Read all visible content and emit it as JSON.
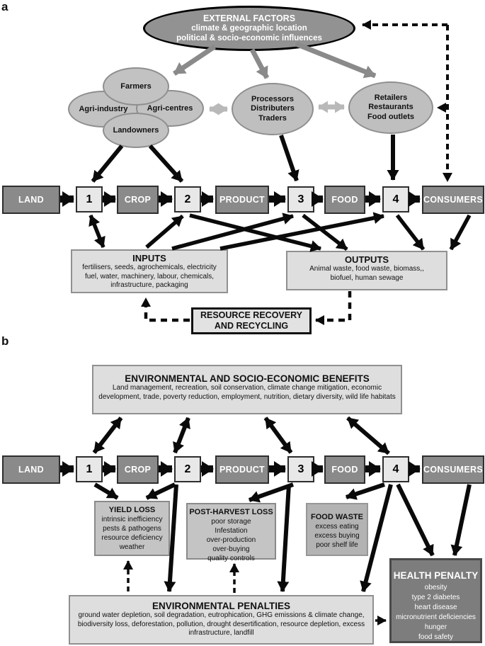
{
  "figure": {
    "panel_a_label": "a",
    "panel_b_label": "b"
  },
  "chain": {
    "stages": [
      "LAND",
      "CROP",
      "PRODUCT",
      "FOOD",
      "CONSUMERS"
    ],
    "steps": [
      "1",
      "2",
      "3",
      "4"
    ]
  },
  "panel_a": {
    "external_factors": {
      "title": "EXTERNAL FACTORS",
      "lines": [
        "climate & geographic location",
        "political & socio-economic  influences"
      ]
    },
    "producer_cluster": {
      "farmers": "Farmers",
      "agri_industry": "Agri-industry",
      "agri_centres": "Agri-centres",
      "landowners": "Landowners"
    },
    "processors": {
      "lines": [
        "Processors",
        "Distributers",
        "Traders"
      ]
    },
    "retailers": {
      "lines": [
        "Retailers",
        "Restaurants",
        "Food outlets"
      ]
    },
    "inputs": {
      "title": "INPUTS",
      "lines": [
        "fertilisers, seeds, agrochemicals,  electricity",
        "fuel, water,  machinery, labour, chemicals,",
        "infrastructure, packaging"
      ]
    },
    "outputs": {
      "title": "OUTPUTS",
      "lines": [
        "Animal waste, food waste, biomass,,",
        "biofuel, human sewage"
      ]
    },
    "recovery": {
      "lines": [
        "RESOURCE RECOVERY",
        "AND RECYCLING"
      ]
    }
  },
  "panel_b": {
    "benefits": {
      "title": "ENVIRONMENTAL AND SOCIO-ECONOMIC BENEFITS",
      "lines": [
        "Land management, recreation, soil conservation, climate change mitigation, economic",
        "development, trade, poverty reduction, employment, nutrition, dietary diversity, wild life habitats"
      ]
    },
    "yield_loss": {
      "title": "YIELD LOSS",
      "lines": [
        "intrinsic inefficiency",
        "pests & pathogens",
        "resource deficiency",
        "weather"
      ]
    },
    "post_harvest_loss": {
      "title": "POST-HARVEST LOSS",
      "lines": [
        "poor storage",
        "Infestation",
        "over-production",
        "over-buying",
        "quality controls"
      ]
    },
    "food_waste": {
      "title": "FOOD WASTE",
      "lines": [
        "excess eating",
        "excess buying",
        "poor shelf life"
      ]
    },
    "health_penalty": {
      "title": "HEALTH PENALTY",
      "lines": [
        "obesity",
        "type 2 diabetes",
        "heart disease",
        "micronutrient deficiencies",
        "hunger",
        "food safety"
      ]
    },
    "environmental_penalties": {
      "title": "ENVIRONMENTAL  PENALTIES",
      "lines": [
        "ground water  depletion, soil degradation, eutrophication, GHG emissions & climate change,",
        "biodiversity loss, deforestation, pollution, drought desertification, resource depletion, excess",
        "infrastructure, landfill"
      ]
    }
  },
  "colors": {
    "stage_box": "#8a8a8a",
    "step_box": "#e8e8e8",
    "external_ellipse": "#929292",
    "cluster_ellipse": "#c2c2c2",
    "trade_ellipse": "#bfbfbf",
    "light_panel": "#dedede",
    "loss_box": "#c4c4c4",
    "food_waste_box": "#b3b3b3",
    "health_box": "#7d7d7d",
    "arrow_black": "#0a0a0a",
    "arrow_gray": "#8a8a8a",
    "arrow_light": "#b9b9b9"
  }
}
